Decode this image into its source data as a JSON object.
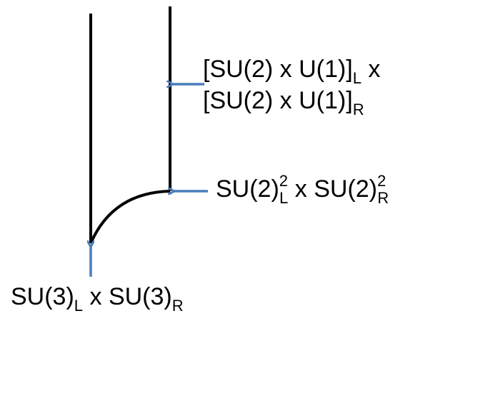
{
  "colors": {
    "line": "#000000",
    "arrow": "#4a7ebb",
    "text": "#000000"
  },
  "labels": {
    "top": {
      "line1_main": "[SU(2) x U(1)]",
      "line1_sub": "L",
      "line1_tail": " x",
      "line2_main": "[SU(2) x U(1)]",
      "line2_sub": "R"
    },
    "middle": {
      "part1": "SU(2)",
      "sup1": "2",
      "sub1": "L",
      "part2": " x SU(2)",
      "sup2": "2",
      "sub2": "R"
    },
    "bottom": {
      "part1": "SU(3)",
      "sub1": "L",
      "part2": " x SU(3)",
      "sub2": "R"
    }
  }
}
